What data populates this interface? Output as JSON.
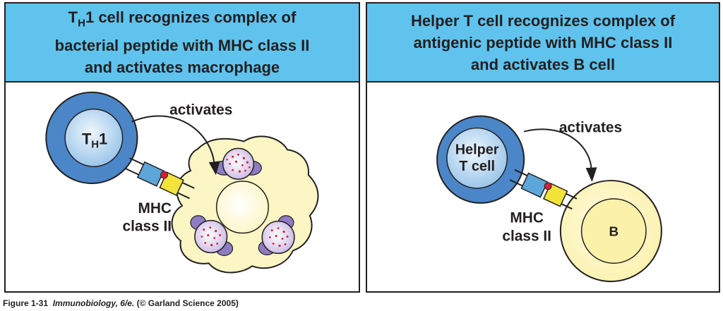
{
  "left_panel": {
    "header": {
      "line1_prefix": "T",
      "line1_sub": "H",
      "line1_rest": "1 cell recognizes complex of",
      "line2": "bacterial peptide with MHC class II",
      "line3": "and activates macrophage"
    },
    "t_cell_label": "T",
    "t_cell_sub": "H",
    "t_cell_rest": "1",
    "arrow_label": "activates",
    "mhc_line1": "MHC",
    "mhc_line2": "class II"
  },
  "right_panel": {
    "header": {
      "line1": "Helper T cell recognizes complex of",
      "line2": "antigenic peptide with MHC class II",
      "line3": "and activates B cell"
    },
    "t_cell_line1": "Helper",
    "t_cell_line2": "T cell",
    "arrow_label": "activates",
    "mhc_line1": "MHC",
    "mhc_line2": "class II",
    "b_cell_label": "B"
  },
  "caption": {
    "figure": "Figure 1-31",
    "book": "Immunobiology, 6/e.",
    "copyright": "(© Garland Science 2005)"
  },
  "colors": {
    "header_blue": "#5fc3ee",
    "t_cell_blue": "#4a86c8",
    "macrophage_yellow": "#fbf6c4",
    "b_cell_yellow": "#fbf1a9",
    "tcr_blue": "#5da6d9",
    "mhc_yellow": "#f2e33b",
    "peptide_red": "#d71e3a",
    "vesicle_purple": "#8d7cc2"
  }
}
